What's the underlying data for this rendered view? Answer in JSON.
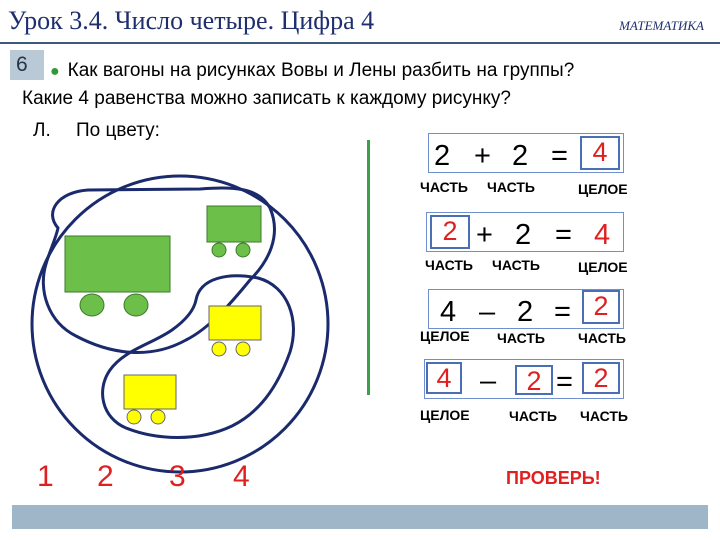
{
  "header": {
    "title": "Урок 3.4. Число четыре. Цифра 4",
    "subject": "МАТЕМАТИКА",
    "slide_number": "6"
  },
  "question": {
    "line1": "Как вагоны на рисунках Вовы и Лены разбить на группы?",
    "line2": "Какие 4 равенства можно записать к каждому рисунку?",
    "author": "Л.",
    "criterion": "По цвету:"
  },
  "equations": [
    {
      "a": "2",
      "op": "+",
      "b": "2",
      "eq": "=",
      "result": "4",
      "captions": [
        "ЧАСТЬ",
        "ЧАСТЬ",
        "ЦЕЛОЕ"
      ]
    },
    {
      "a": "2",
      "op": "+",
      "b": "2",
      "eq": "=",
      "result": "4",
      "captions": [
        "ЧАСТЬ",
        "ЧАСТЬ",
        "ЦЕЛОЕ"
      ]
    },
    {
      "a": "4",
      "op": "–",
      "b": "2",
      "eq": "=",
      "result": "2",
      "captions": [
        "ЦЕЛОЕ",
        "ЧАСТЬ",
        "ЧАСТЬ"
      ]
    },
    {
      "a": "4",
      "op": "–",
      "b": "2",
      "eq": "=",
      "result": "2",
      "captions": [
        "ЦЕЛОЕ",
        "ЧАСТЬ",
        "ЧАСТЬ"
      ]
    }
  ],
  "picture_numbers": [
    "1",
    "2",
    "3",
    "4"
  ],
  "check_label": "ПРОВЕРЬ!",
  "colors": {
    "header_text": "#1f2f6e",
    "wagon_green": "#6cc04a",
    "wagon_yellow": "#ffff00",
    "answer_red": "#e02020",
    "outline_navy": "#1a2a6c",
    "divider_green": "#3aa04a",
    "bottom_bar": "#9fb6c8"
  }
}
